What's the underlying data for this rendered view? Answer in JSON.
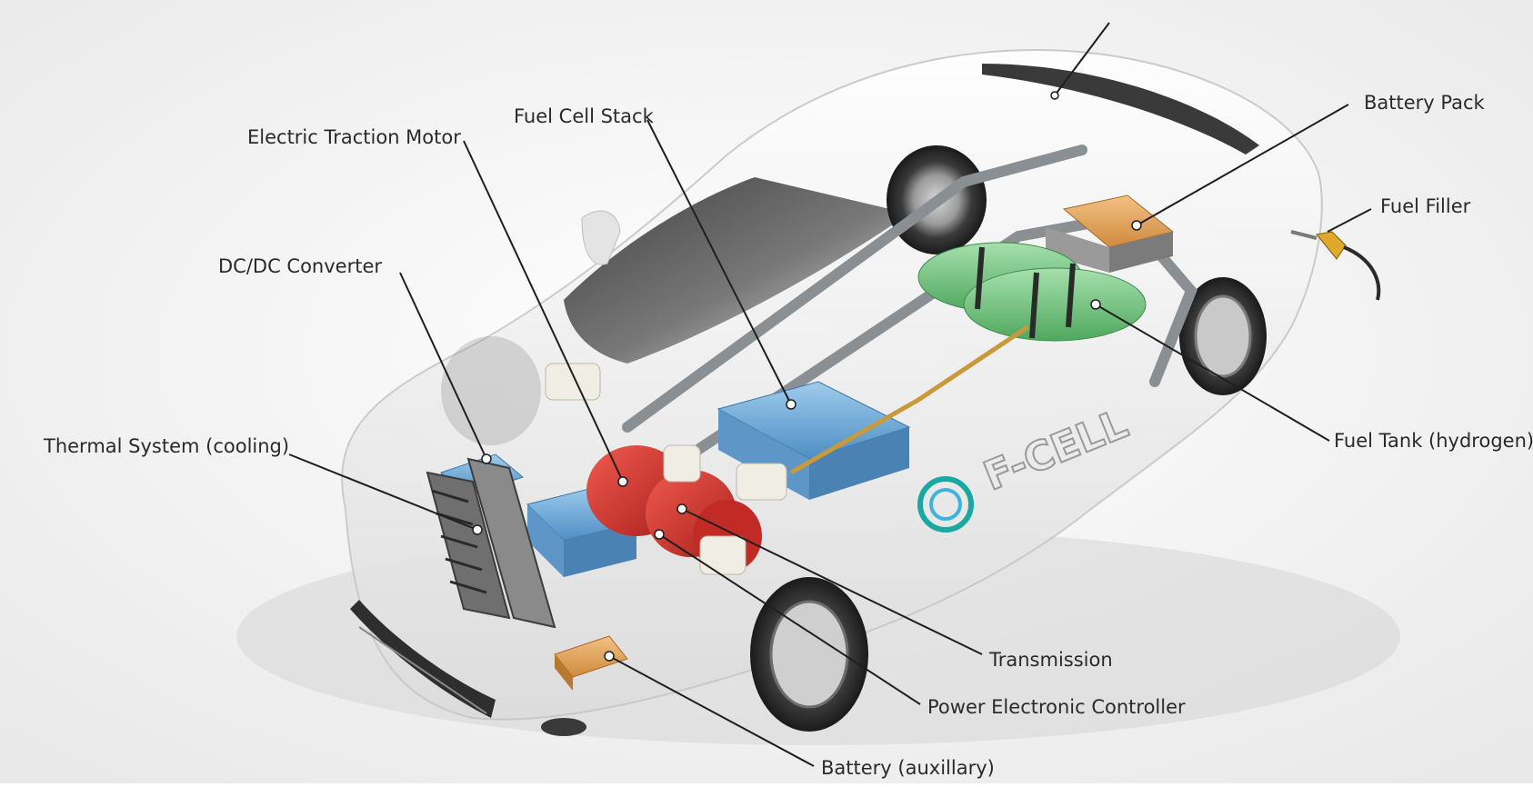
{
  "labels": {
    "fuel_cell_stack": "Fuel Cell Stack",
    "electric_traction_motor": "Electric Traction Motor",
    "dc_dc_converter": "DC/DC Converter",
    "thermal_system": "Thermal System (cooling)",
    "battery_pack": "Battery Pack",
    "fuel_filler": "Fuel Filler",
    "fuel_tank": "Fuel Tank (hydrogen)",
    "transmission": "Transmission",
    "power_electronic_controller": "Power Electronic Controller",
    "battery_auxiliary": "Battery (auxillary)"
  },
  "badge": {
    "text": "F-CELL"
  },
  "colors": {
    "body": "#f2f2f2",
    "battery_blue": "#6aa9d8",
    "motor_red": "#d9312c",
    "tank_green": "#6cc07a",
    "pack_orange": "#e6a35a",
    "frame_grey": "#8a8f94",
    "leader": "#1f1f1f"
  }
}
